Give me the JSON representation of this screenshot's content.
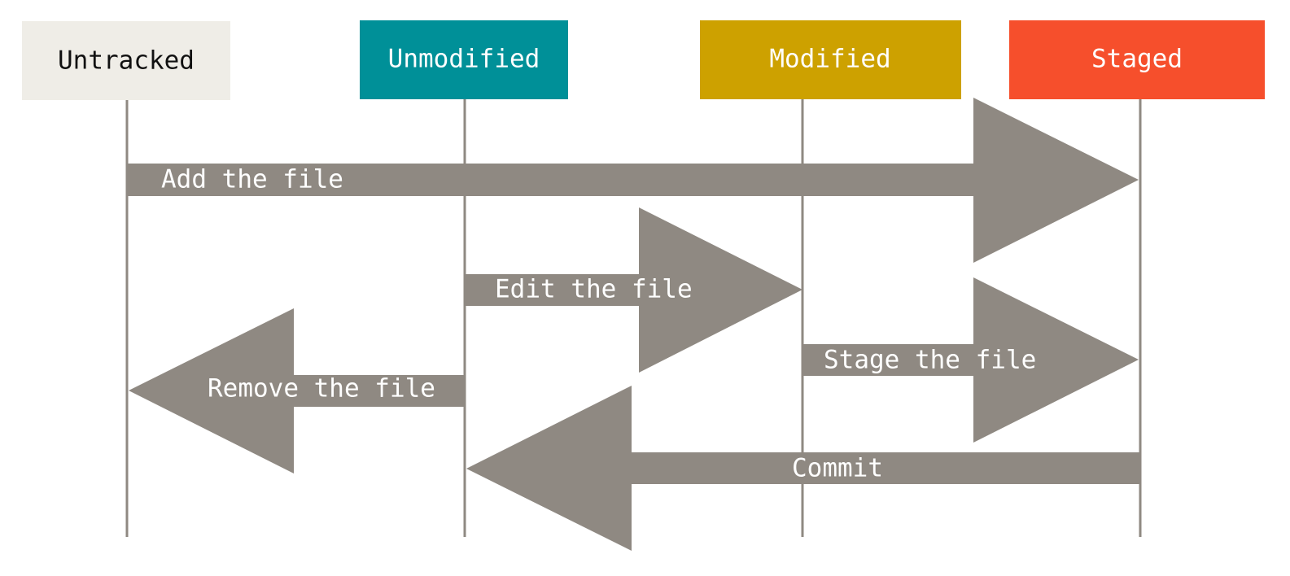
{
  "colors": {
    "background": "#ffffff",
    "lifeline": "#8f8982",
    "arrow": "#8f8982",
    "arrow_text": "#ffffff"
  },
  "states": [
    {
      "id": "untracked",
      "label": "Untracked",
      "fill": "#efede7",
      "text_color": "#111111"
    },
    {
      "id": "unmodified",
      "label": "Unmodified",
      "fill": "#009098",
      "text_color": "#ffffff"
    },
    {
      "id": "modified",
      "label": "Modified",
      "fill": "#cda100",
      "text_color": "#ffffff"
    },
    {
      "id": "staged",
      "label": "Staged",
      "fill": "#f64f2c",
      "text_color": "#ffffff"
    }
  ],
  "transitions": [
    {
      "id": "add-the-file",
      "label": "Add the file",
      "from": "untracked",
      "to": "staged"
    },
    {
      "id": "edit-the-file",
      "label": "Edit the file",
      "from": "unmodified",
      "to": "modified"
    },
    {
      "id": "remove-the-file",
      "label": "Remove the file",
      "from": "unmodified",
      "to": "untracked"
    },
    {
      "id": "stage-the-file",
      "label": "Stage the file",
      "from": "modified",
      "to": "staged"
    },
    {
      "id": "commit",
      "label": "Commit",
      "from": "staged",
      "to": "unmodified"
    }
  ]
}
